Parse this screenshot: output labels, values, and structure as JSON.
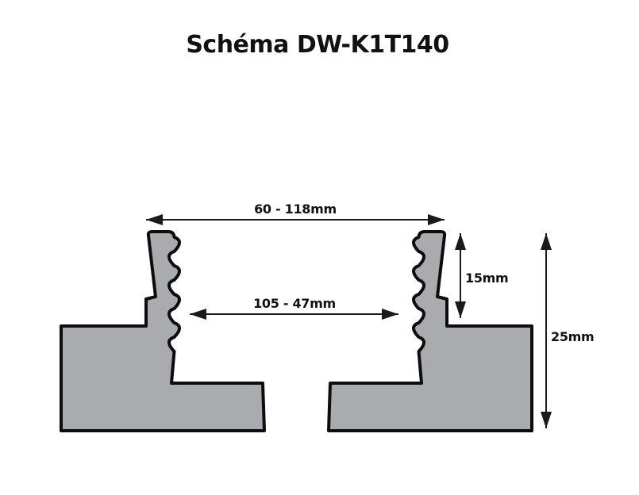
{
  "title": "Schéma DW-K1T140",
  "dimensions": {
    "outer_width": "60 - 118mm",
    "inner_width": "105 - 47mm",
    "clamp_depth": "15mm",
    "total_height": "25mm"
  },
  "colors": {
    "background": "#ffffff",
    "part_fill": "#a9abae",
    "part_outline": "#0d0d0d",
    "dimension": "#1a1a1a",
    "text": "#111111"
  }
}
